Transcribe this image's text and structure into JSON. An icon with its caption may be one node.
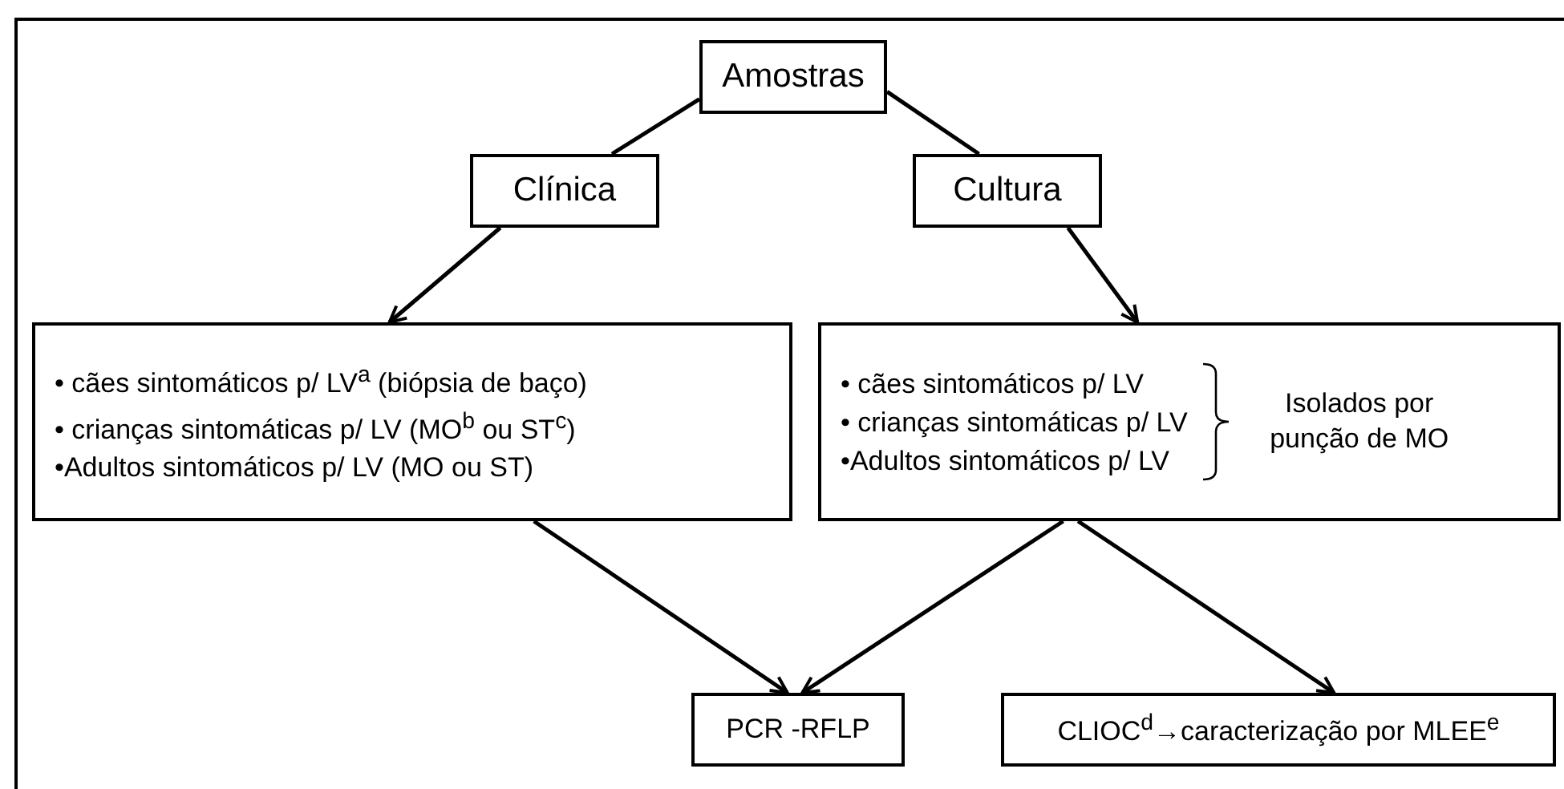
{
  "diagram": {
    "nodes": [
      {
        "text": [
          "Amostras"
        ]
      },
      {
        "text": [
          "Clínica"
        ]
      },
      {
        "text": [
          "Cultura"
        ]
      },
      {
        "text": [
          "• cães sintomáticos p/ LV$^{a}$ (biópsia de baço)",
          "• crianças sintomáticas p/ LV (MO$^{b}$ ou ST$^{c}$)",
          "•Adultos sintomáticos p/ LV (MO ou ST)"
        ]
      },
      {
        "text": [
          "• cães sintomáticos p/ LV",
          "• crianças sintomáticas p/ LV",
          "•Adultos sintomáticos p/ LV",
          "Isolados por punção de MO"
        ]
      },
      {
        "text": [
          "PCR -RFLP"
        ]
      },
      {
        "text": [
          "CLIOC$^{d}$→caracterização por MLEE$^{e}$"
        ]
      }
    ],
    "edges": [
      {
        "from": 0,
        "to": 1,
        "arrow": "none"
      },
      {
        "from": 0,
        "to": 2,
        "arrow": "none"
      },
      {
        "from": 1,
        "to": 3,
        "arrow": "to"
      },
      {
        "from": 2,
        "to": 4,
        "arrow": "to"
      },
      {
        "from": 3,
        "to": 5,
        "arrow": "to"
      },
      {
        "from": 4,
        "to": 5,
        "arrow": "to"
      },
      {
        "from": 4,
        "to": 6,
        "arrow": "to"
      }
    ]
  }
}
